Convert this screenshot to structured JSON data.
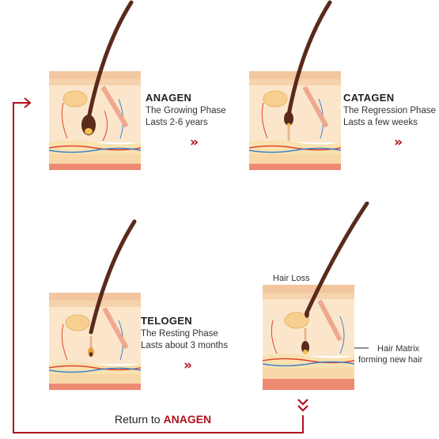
{
  "phases": [
    {
      "title": "ANAGEN",
      "line1": "The Growing Phase",
      "line2": "Lasts 2-6 years"
    },
    {
      "title": "CATAGEN",
      "line1": "The Regression Phase",
      "line2": "Lasts a few weeks"
    },
    {
      "title": "TELOGEN",
      "line1": "The Resting Phase",
      "line2": "Lasts about 3 months"
    }
  ],
  "annotations": {
    "hair_loss": "Hair Loss",
    "hair_matrix_line1": "Hair Matrix",
    "hair_matrix_line2": "forming new hair"
  },
  "return": {
    "prefix": "Return to",
    "target": "ANAGEN"
  },
  "colors": {
    "accent": "#b0121d",
    "hair": "#5a2a1c",
    "skin_top": "#f7d8b4",
    "skin_mid": "#fbe6cc",
    "fat": "#f9e2b0",
    "muscle": "#ef8a72",
    "vein_red": "#e2452f",
    "vein_blue": "#3f82c9"
  }
}
